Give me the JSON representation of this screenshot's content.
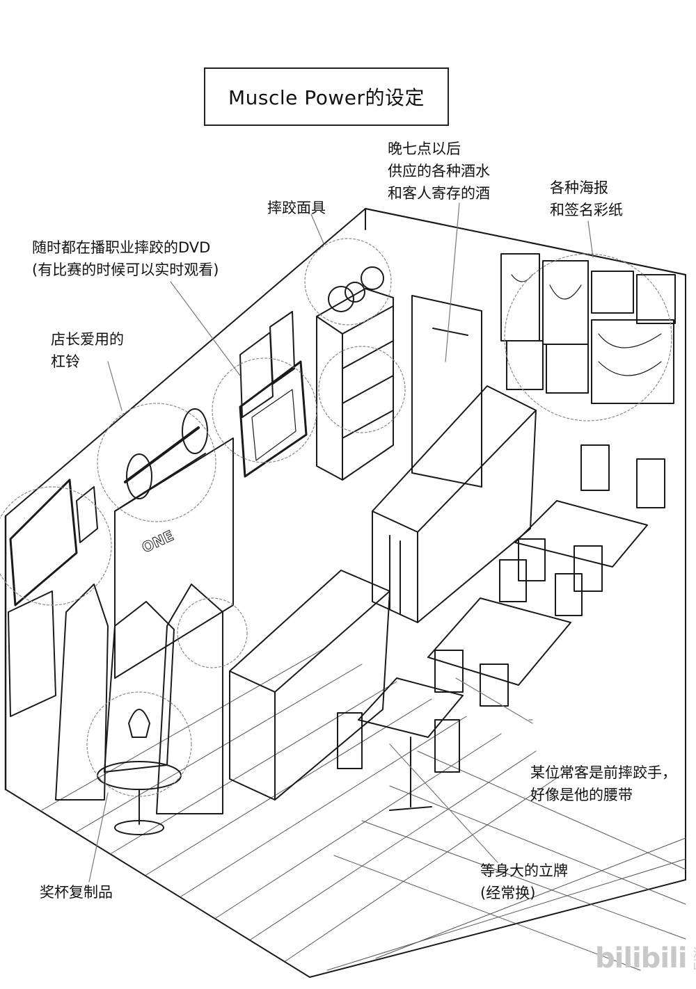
{
  "title": "Muscle Power的设定",
  "labels": {
    "drinks": "晚七点以后\n供应的各种酒水\n和客人寄存的酒",
    "posters": "各种海报\n和签名彩纸",
    "masks": "摔跤面具",
    "dvd": "随时都在播职业摔跤的DVD\n(有比赛的时候可以实时观看)",
    "barbell": "店长爱用的\n杠铃",
    "belt": "某位常客是前摔跤手，\n好像是他的腰带",
    "standee": "等身大的立牌\n(经常换)",
    "trophy": "奖杯复制品"
  },
  "props": {
    "wall_sign": "ONE"
  },
  "watermark": {
    "logo": "bilibili",
    "sub": "漫画"
  }
}
